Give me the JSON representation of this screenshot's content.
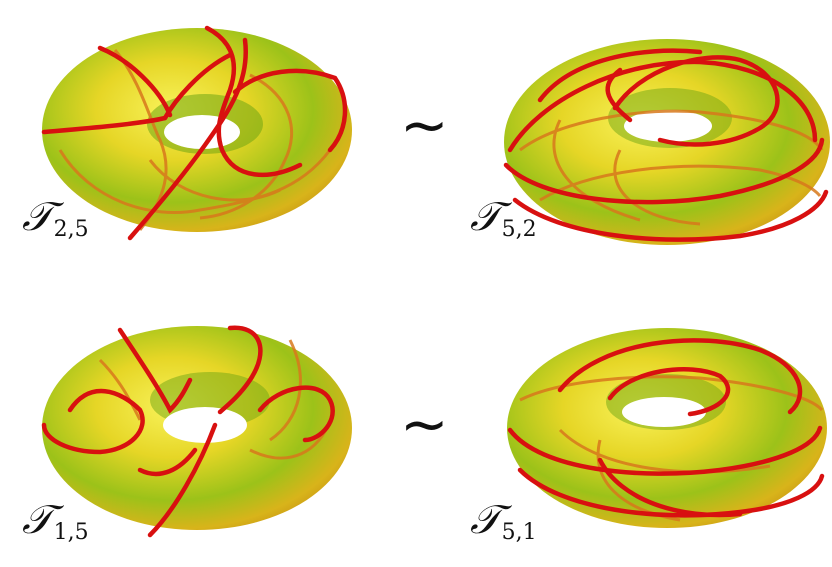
{
  "colors": {
    "surface_light": "#f4ec3c",
    "surface_mid": "#d9c21c",
    "surface_dark": "#4f9a10",
    "surface_rim": "#c88a10",
    "knot_front": "#d81010",
    "knot_back": "#d8781c"
  },
  "equivalence_symbol": "~",
  "panels": [
    {
      "symbol": "𝒯",
      "subscript": "2,5"
    },
    {
      "symbol": "𝒯",
      "subscript": "5,2"
    },
    {
      "symbol": "𝒯",
      "subscript": "1,5"
    },
    {
      "symbol": "𝒯",
      "subscript": "5,1"
    }
  ]
}
